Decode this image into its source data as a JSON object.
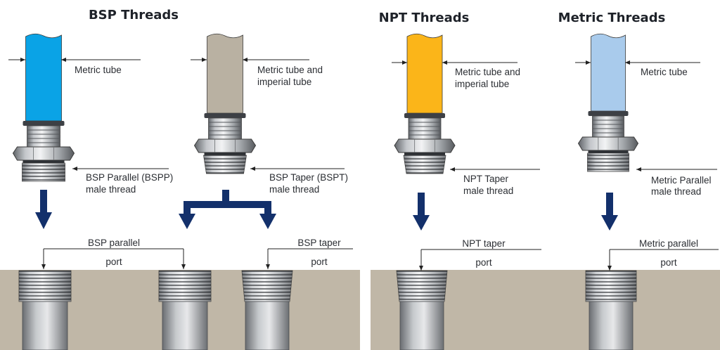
{
  "sections": {
    "bsp": {
      "title": "BSP Threads",
      "fitting_parallel": {
        "tube_label": [
          "Metric tube"
        ],
        "thread_label": [
          "BSP Parallel (BSPP)",
          "male thread"
        ]
      },
      "fitting_taper": {
        "tube_label": [
          "Metric tube and",
          "imperial tube"
        ],
        "thread_label": [
          "BSP Taper (BSPT)",
          "male thread"
        ]
      },
      "port_parallel": [
        "BSP parallel",
        "port"
      ],
      "port_taper": [
        "BSP taper",
        "port"
      ]
    },
    "npt": {
      "title": "NPT Threads",
      "fitting": {
        "tube_label": [
          "Metric tube and",
          "imperial tube"
        ],
        "thread_label": [
          "NPT Taper",
          "male thread"
        ]
      },
      "port": [
        "NPT taper",
        "port"
      ]
    },
    "metric": {
      "title": "Metric Threads",
      "fitting": {
        "tube_label": [
          "Metric tube"
        ],
        "thread_label": [
          "Metric Parallel",
          "male thread"
        ]
      },
      "port": [
        "Metric parallel",
        "port"
      ]
    }
  },
  "colors": {
    "tube_bsp_parallel": "#0aa3e6",
    "tube_bsp_taper": "#b9b1a2",
    "tube_npt": "#fbb519",
    "tube_metric": "#a9cbec",
    "arrow": "#13306b",
    "ground": "#c0b7a7",
    "metal": "#b4b7bb"
  }
}
